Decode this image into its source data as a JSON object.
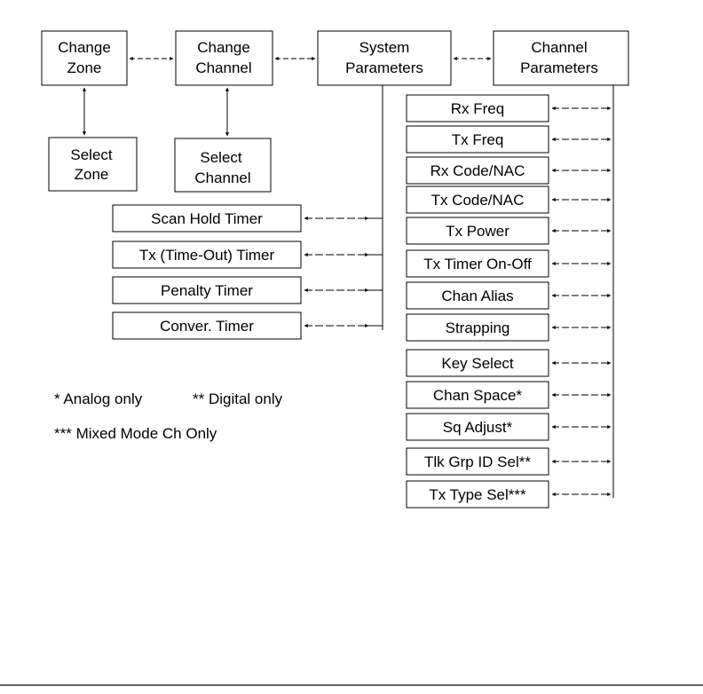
{
  "top_row": {
    "change_zone": [
      "Change",
      "Zone"
    ],
    "change_channel": [
      "Change",
      "Channel"
    ],
    "system_parameters": [
      "System",
      "Parameters"
    ],
    "channel_parameters": [
      "Channel",
      "Parameters"
    ]
  },
  "select_zone": [
    "Select",
    "Zone"
  ],
  "select_channel": [
    "Select",
    "Channel"
  ],
  "system_items": [
    "Scan Hold Timer",
    "Tx (Time-Out) Timer",
    "Penalty Timer",
    "Conver. Timer"
  ],
  "channel_items": [
    "Rx Freq",
    "Tx Freq",
    "Rx Code/NAC",
    "Tx Code/NAC",
    "Tx Power",
    "Tx Timer On-Off",
    "Chan Alias",
    "Strapping",
    "Key Select",
    "Chan Space*",
    "Sq Adjust*",
    "Tlk Grp ID Sel**",
    "Tx Type Sel***"
  ],
  "legend": {
    "analog": "* Analog only",
    "digital": "** Digital only",
    "mixed": "*** Mixed Mode Ch Only"
  }
}
